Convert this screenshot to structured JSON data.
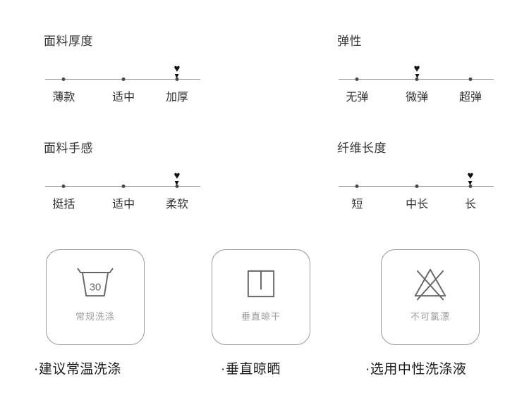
{
  "scales": [
    {
      "title": "面料厚度",
      "options": [
        "薄款",
        "适中",
        "加厚"
      ],
      "selected": 2
    },
    {
      "title": "弹性",
      "options": [
        "无弹",
        "微弹",
        "超弹"
      ],
      "selected": 1
    },
    {
      "title": "面料手感",
      "options": [
        "挺括",
        "适中",
        "柔软"
      ],
      "selected": 2
    },
    {
      "title": "纤维长度",
      "options": [
        "短",
        "中长",
        "长"
      ],
      "selected": 2
    }
  ],
  "care_items": [
    {
      "icon": "wash-tub-30-icon",
      "icon_number": "30",
      "label": "常规洗涤",
      "note": "·建议常温洗涤"
    },
    {
      "icon": "drip-dry-icon",
      "label": "垂直晾干",
      "note": "·垂直晾晒"
    },
    {
      "icon": "no-chlorine-bleach-icon",
      "label": "不可氯漂",
      "note": "·选用中性洗涤液"
    }
  ],
  "icons": {
    "marker": "♥"
  },
  "colors": {
    "text": "#333333",
    "line": "#8c8c8c",
    "marker": "#111111",
    "box_border": "#9a9a9a",
    "box_label": "#999999",
    "note_text": "#1a1a1a"
  }
}
